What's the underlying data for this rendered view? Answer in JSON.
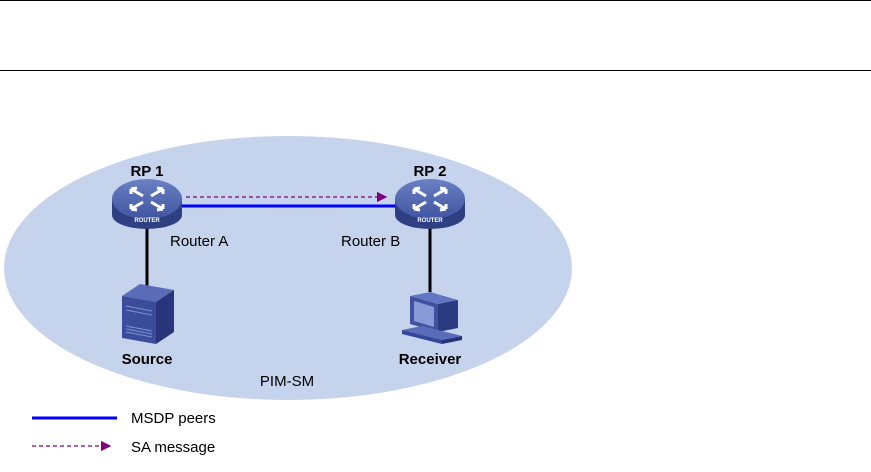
{
  "diagram": {
    "network_label": "PIM-SM",
    "nodes": [
      {
        "id": "router-a",
        "role_label": "RP 1",
        "name": "Router A",
        "type": "router",
        "badge": "ROUTER"
      },
      {
        "id": "router-b",
        "role_label": "RP 2",
        "name": "Router B",
        "type": "router",
        "badge": "ROUTER"
      },
      {
        "id": "source",
        "name": "Source",
        "type": "server"
      },
      {
        "id": "receiver",
        "name": "Receiver",
        "type": "host"
      }
    ],
    "links": [
      {
        "from": "router-a",
        "to": "router-b",
        "kind": "MSDP peers"
      },
      {
        "from": "router-a",
        "to": "router-b",
        "kind": "SA message"
      },
      {
        "from": "router-a",
        "to": "source",
        "kind": "link"
      },
      {
        "from": "router-b",
        "to": "receiver",
        "kind": "link"
      }
    ],
    "legend": [
      {
        "label": "MSDP peers",
        "style": "solid",
        "color": "#0000ff"
      },
      {
        "label": "SA message",
        "style": "dashed-arrow",
        "color": "#800080"
      }
    ],
    "colors": {
      "domain_fill": "#c5d3ec",
      "router_body": "#4a5fa8",
      "msdp_line": "#0000ff",
      "sa_line": "#800080"
    }
  }
}
